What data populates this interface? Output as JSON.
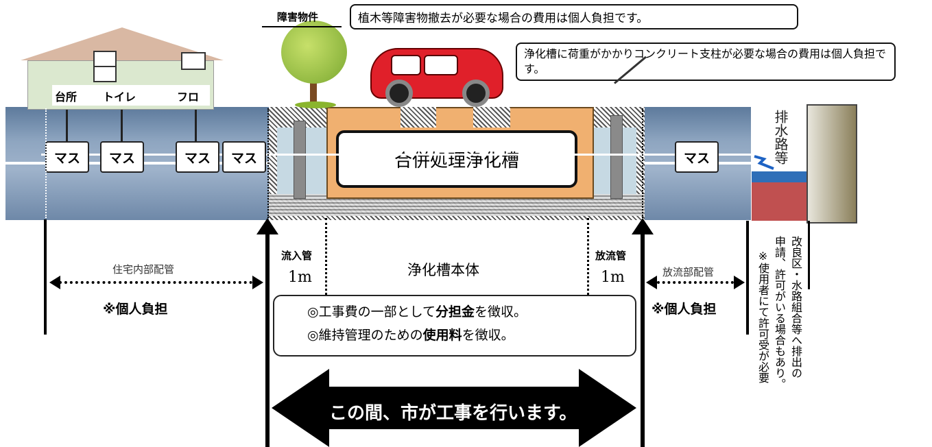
{
  "labels": {
    "obstacle": "障害物件",
    "obstacle_note": "植木等障害物撤去が必要な場合の費用は個人負担です。",
    "pillar_note": "浄化槽に荷重がかかりコンクリート支柱が必要な場合の費用は個人負担です。",
    "drain": "排水路等",
    "kitchen": "台所",
    "toilet": "トイレ",
    "bath": "フロ",
    "mas": "マス",
    "tank": "合併処理浄化槽",
    "inflow": "流入管",
    "inflow_len": "1m",
    "outflow": "放流管",
    "outflow_len": "1m",
    "tank_body": "浄化槽本体",
    "indoor_piping": "住宅内部配管",
    "outflow_piping": "放流部配管",
    "self_pay_left": "※個人負担",
    "self_pay_right": "※個人負担",
    "fee1_pre": "◎工事費の一部として",
    "fee1_bold": "分担金",
    "fee1_post": "を徴収。",
    "fee2_pre": "◎維持管理のための",
    "fee2_bold": "使用料",
    "fee2_post": "を徴収。",
    "city_work": "この間、市が工事を行います。",
    "vertical_1": "改良区・水路組合等へ排出の",
    "vertical_2": "申請、許可がいる場合もあり。",
    "vertical_3": "※使用者にて許可受が必要"
  },
  "colors": {
    "ground": "#8ea5c0",
    "tank_fill": "#f0b070",
    "car": "#e0202a",
    "house": "#dbe8cf",
    "roof": "#d9b8a3",
    "water": "#2f6fb8",
    "soil": "#c05050"
  }
}
